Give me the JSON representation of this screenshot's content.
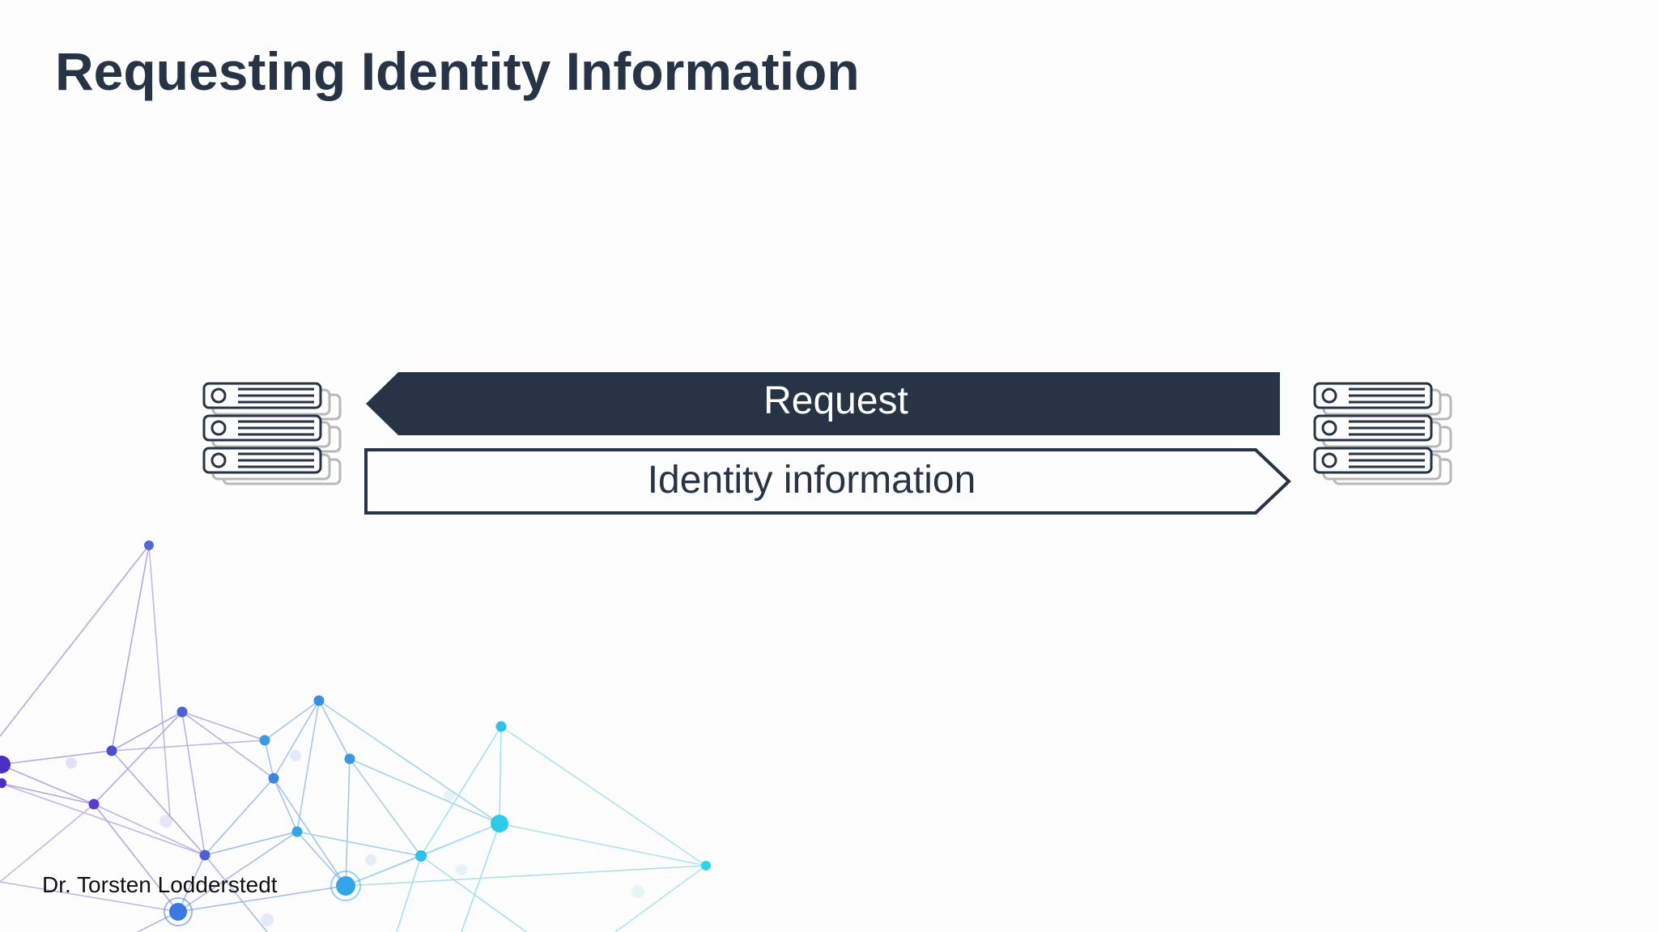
{
  "slide": {
    "title": "Requesting Identity Information",
    "author": "Dr. Torsten Lodderstedt"
  },
  "flow": {
    "request_label": "Request",
    "response_label": "Identity information"
  },
  "icons": {
    "left": "server-stack-icon",
    "right": "server-stack-icon",
    "background": "network-graph-decoration"
  },
  "colors": {
    "primary": "#263445",
    "background": "#fdfdfe",
    "network_purple": "#5b3fc4",
    "network_blue": "#3a8be0",
    "network_cyan": "#2ec8e6"
  }
}
